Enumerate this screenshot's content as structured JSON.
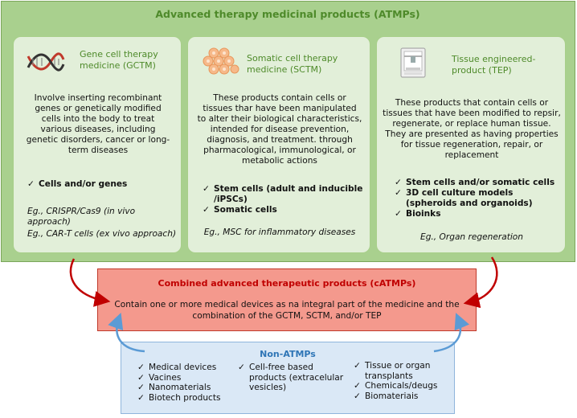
{
  "atmp": {
    "title": "Advanced therapy medicinal products (ATMPs)"
  },
  "gctm": {
    "title_line1": "Gene cell therapy",
    "title_line2": "medicine (GCTM)",
    "icon": "dna-icon",
    "desc": [
      "Involve inserting recombinant",
      "genes or genetically modified",
      "cells into the body to treat",
      "various diseases, including",
      "genetic disorders, cancer or long-",
      "term diseases"
    ],
    "bullets": [
      "Cells and/or genes"
    ],
    "examples": [
      "Eg., CRISPR/Cas9 (in vivo approach)",
      "Eg., CAR-T cells (ex vivo approach)"
    ]
  },
  "sctm": {
    "title_line1": "Somatic cell therapy",
    "title_line2": "medicine (SCTM)",
    "icon": "cells-icon",
    "desc": [
      "These products contain cells or",
      "tissues thar have been manipulated",
      "to alter their biological characteristics,",
      "intended for disease prevention,",
      "diagnosis, and treatment. through",
      "pharmacological, immunological, or",
      "metabolic actions"
    ],
    "bullets": [
      "Stem cells (adult and inducible",
      "/iPSCs)",
      "Somatic cells"
    ],
    "examples": [
      "Eg., MSC for inflammatory diseases"
    ]
  },
  "tep": {
    "title_line1": "Tissue engineered-",
    "title_line2": "product (TEP)",
    "icon": "bioprinter-icon",
    "desc": [
      "These products that contain cells or",
      "tissues that have been modified to repsir,",
      "regenerate, or replace human tissue.",
      "They are presented as having properties",
      "for tissue regeneration, repair, or",
      "replacement"
    ],
    "bullets": [
      "Stem cells and/or somatic cells",
      "3D cell culture models",
      "(spheroids and organoids)",
      "Bioinks"
    ],
    "examples": [
      "Eg., Organ regeneration"
    ]
  },
  "catmp": {
    "title": "Combined advanced therapeutic products (cATMPs)",
    "desc_line1": "Contain one or more medical devices as na integral part of the medicine and the",
    "desc_line2": "combination of the GCTM, SCTM, and/or TEP"
  },
  "non_atmp": {
    "title": "Non-ATMPs",
    "col1": [
      "Medical devices",
      "Vacines",
      "Nanomaterials",
      "Biotech products"
    ],
    "col2": [
      "Cell-free based",
      "products (extracelular",
      "vesicles)"
    ],
    "col3": [
      "Tissue or organ",
      "transplants",
      "Chemicals/deugs",
      "Biomateriais"
    ]
  },
  "colors": {
    "green_title": "#4e8a2a",
    "red_title": "#c00000",
    "blue_title": "#2e75b6",
    "check": "✓"
  }
}
